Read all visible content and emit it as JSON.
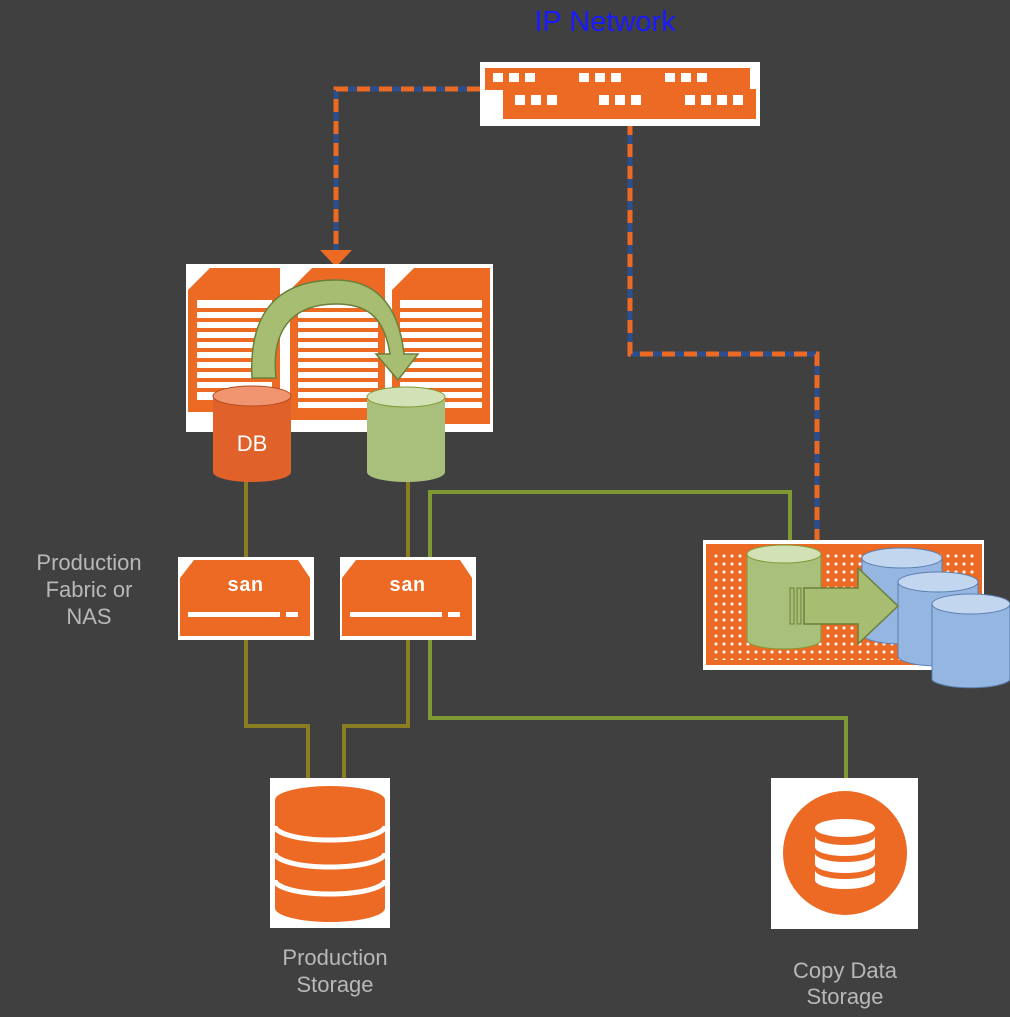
{
  "diagram": {
    "title": "IP Network",
    "db_label": "DB",
    "san_label": "san",
    "labels": {
      "fabric": [
        "Production",
        "Fabric or",
        "NAS"
      ],
      "production_storage": [
        "Production",
        "Storage"
      ],
      "copy_storage": [
        "Copy Data",
        "Storage"
      ]
    },
    "colors": {
      "background": "#404040",
      "accent": "#ec6a24",
      "green_line": "#7f9a35",
      "olive_line": "#8a7e22",
      "dashed_blue": "#2b4f8e",
      "title": "#1a1aff",
      "label": "#b8b8b8"
    },
    "icons": [
      "network-switch-icon",
      "server-rack-icon",
      "database-icon",
      "san-switch-icon",
      "storage-stack-icon",
      "copy-data-icon"
    ]
  }
}
